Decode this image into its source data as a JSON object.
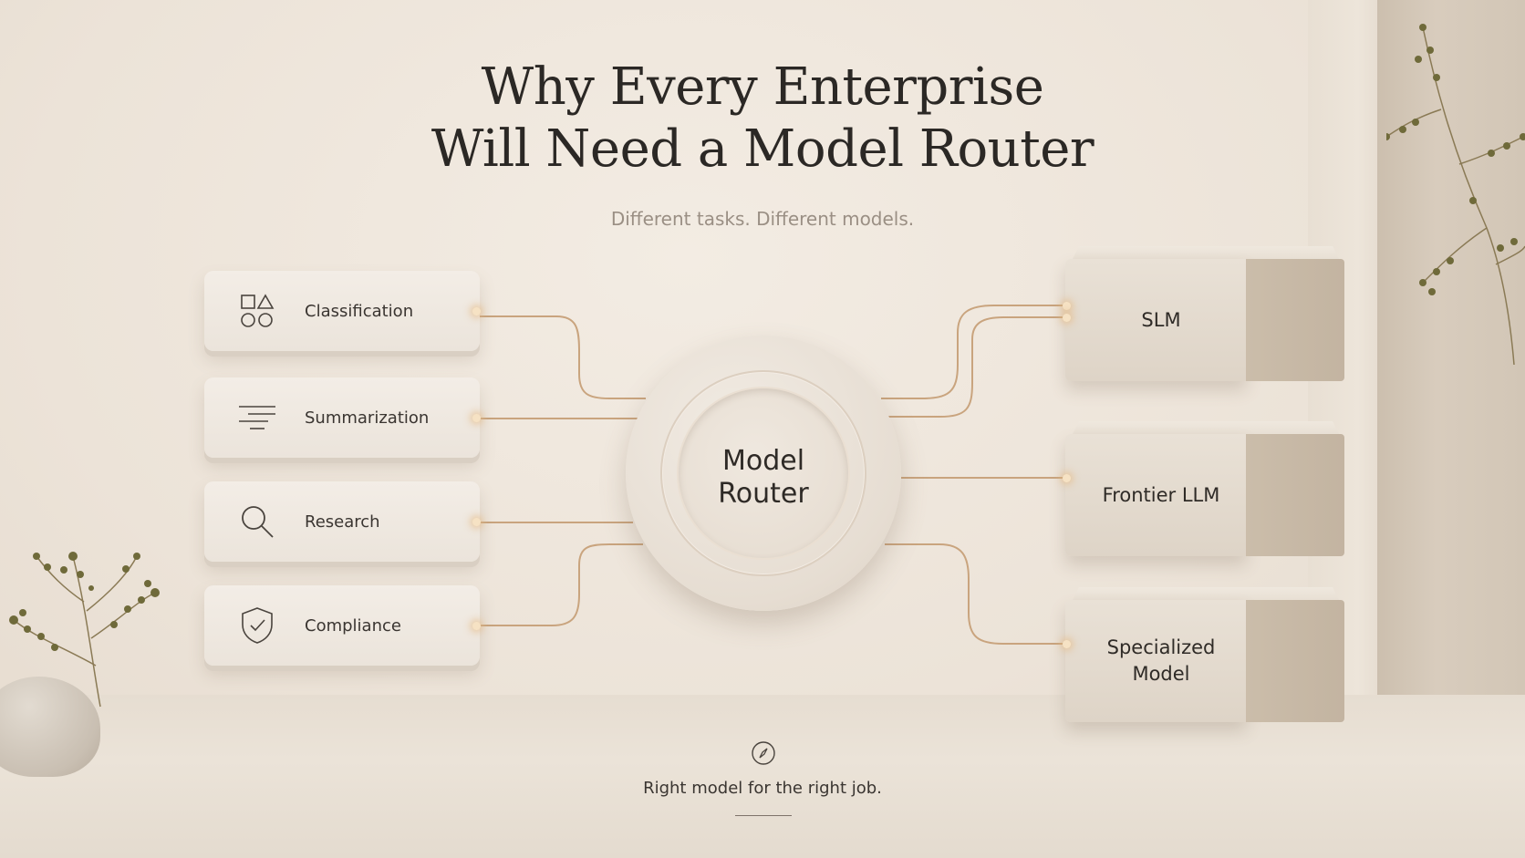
{
  "title_line1": "Why Every Enterprise",
  "title_line2": "Will Need a Model Router",
  "subtitle": "Different tasks. Different models.",
  "tasks": [
    {
      "label": "Classification",
      "icon": "shapes-icon"
    },
    {
      "label": "Summarization",
      "icon": "text-lines-icon"
    },
    {
      "label": "Research",
      "icon": "search-icon"
    },
    {
      "label": "Compliance",
      "icon": "shield-check-icon"
    }
  ],
  "router": {
    "line1": "Model",
    "line2": "Router"
  },
  "models": [
    {
      "line1": "SLM",
      "line2": ""
    },
    {
      "line1": "Frontier LLM",
      "line2": ""
    },
    {
      "line1": "Specialized",
      "line2": "Model"
    }
  ],
  "tagline": "Right model for the right job.",
  "footer_icon": "compass-icon",
  "colors": {
    "connector": "#c9a47e",
    "glow": "#f6e2c4",
    "background": "#ece3d8"
  }
}
